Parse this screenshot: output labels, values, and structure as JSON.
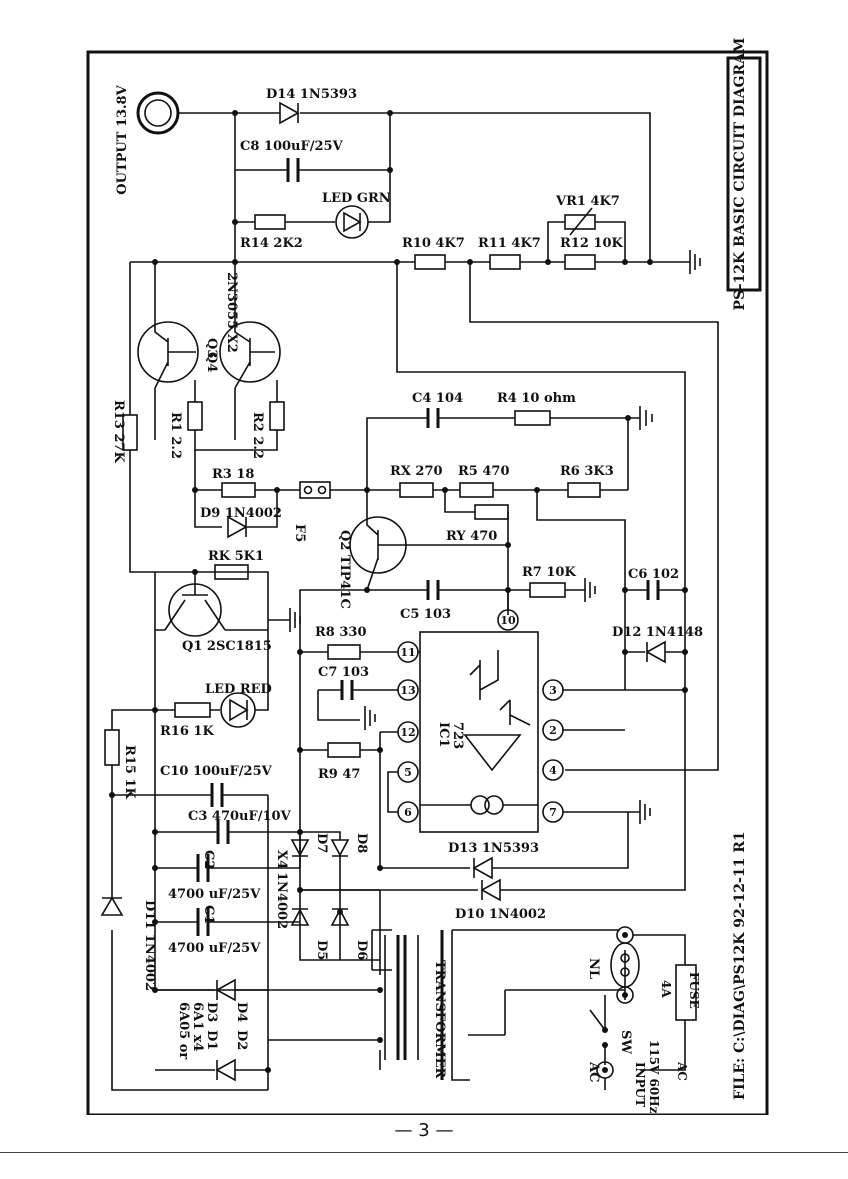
{
  "title": "PS-12K BASIC CIRCUIT DIAGRAM",
  "output_label": "OUTPUT 13.8V",
  "file_label": "FILE: C:\\DIAG\\PS12K 92-12-11 R1",
  "page_number": "— 3 —",
  "labels": {
    "d14": "D14 1N5393",
    "c8": "C8 100uF/25V",
    "led_grn": "LED GRN",
    "r14": "R14 2K2",
    "vr1": "VR1 4K7",
    "r10": "R10 4K7",
    "r11": "R11 4K7",
    "r12": "R12 10K",
    "q3": "Q3",
    "q4": "Q4",
    "q34_type": "2N3055 X2",
    "r13": "R13 27K",
    "r1": "R1 2.2",
    "r2": "R2 2.2",
    "c4": "C4 104",
    "r4": "R4 10 ohm",
    "r3": "R3 18",
    "d9": "D9 1N4002",
    "f5": "F5",
    "rx": "RX 270",
    "r5": "R5 470",
    "r6": "R6 3K3",
    "ry": "RY 470",
    "q2": "Q2 TIP41C",
    "rk": "RK 5K1",
    "r7": "R7 10K",
    "c6": "C6 102",
    "c5": "C5 103",
    "q1": "Q1 2SC1815",
    "r8": "R8 330",
    "d12": "D12 1N4148",
    "led_red": "LED RED",
    "c7": "C7 103",
    "r16": "R16 1K",
    "r15": "R15 1K",
    "ic1": "IC1",
    "ic1_type": "723",
    "c10": "C10 100uF/25V",
    "r9": "R9 47",
    "c3": "C3 470uF/10V",
    "d13": "D13 1N5393",
    "d7": "D7",
    "d8": "D8",
    "c2": "C2",
    "c2_val": "4700 uF/25V",
    "x4": "X4",
    "d10": "D10 1N4002",
    "d11": "D11 1N4002",
    "c1": "C1",
    "c1_val": "4700 uF/25V",
    "d_bridge": "1N4002",
    "d5": "D5",
    "d6": "D6",
    "transformer": "TRANSFORMER",
    "nl": "NL",
    "d3": "D3",
    "d4": "D4",
    "rect_type": "6A05 or",
    "rect_type2": "6A1 x4",
    "sw": "SW",
    "fuse_val": "4A",
    "fuse": "FUSE",
    "ac_top": "AC",
    "d1": "D1",
    "d2": "D2",
    "input1": "INPUT",
    "input2": "115V 60Hz",
    "input3": "AC"
  },
  "ic_pins": [
    "10",
    "11",
    "13",
    "12",
    "5",
    "6",
    "3",
    "2",
    "4",
    "7"
  ]
}
